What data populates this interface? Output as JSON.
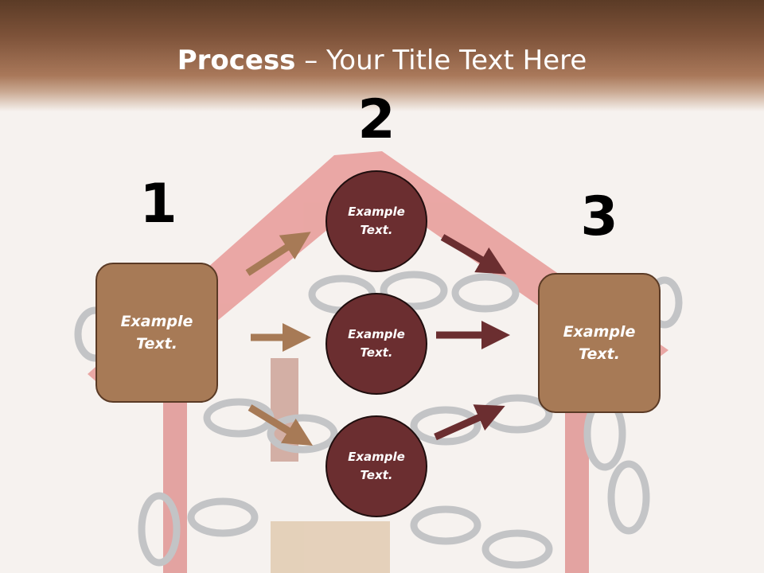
{
  "title": {
    "bold": "Process",
    "rest": " – Your Title Text Here"
  },
  "steps": [
    {
      "number": "1",
      "label": "Example Text."
    },
    {
      "number": "2",
      "label": "Example Text."
    },
    {
      "number": "3",
      "label": "Example Text."
    }
  ],
  "middle_nodes": [
    {
      "label": "Example Text."
    },
    {
      "label": "Example Text."
    },
    {
      "label": "Example Text."
    }
  ],
  "colors": {
    "box_fill": "#a77a56",
    "circle_fill": "#6b2e30",
    "arrow_light": "#a77a56",
    "arrow_dark": "#6b2e30",
    "header": "#7d5239"
  }
}
